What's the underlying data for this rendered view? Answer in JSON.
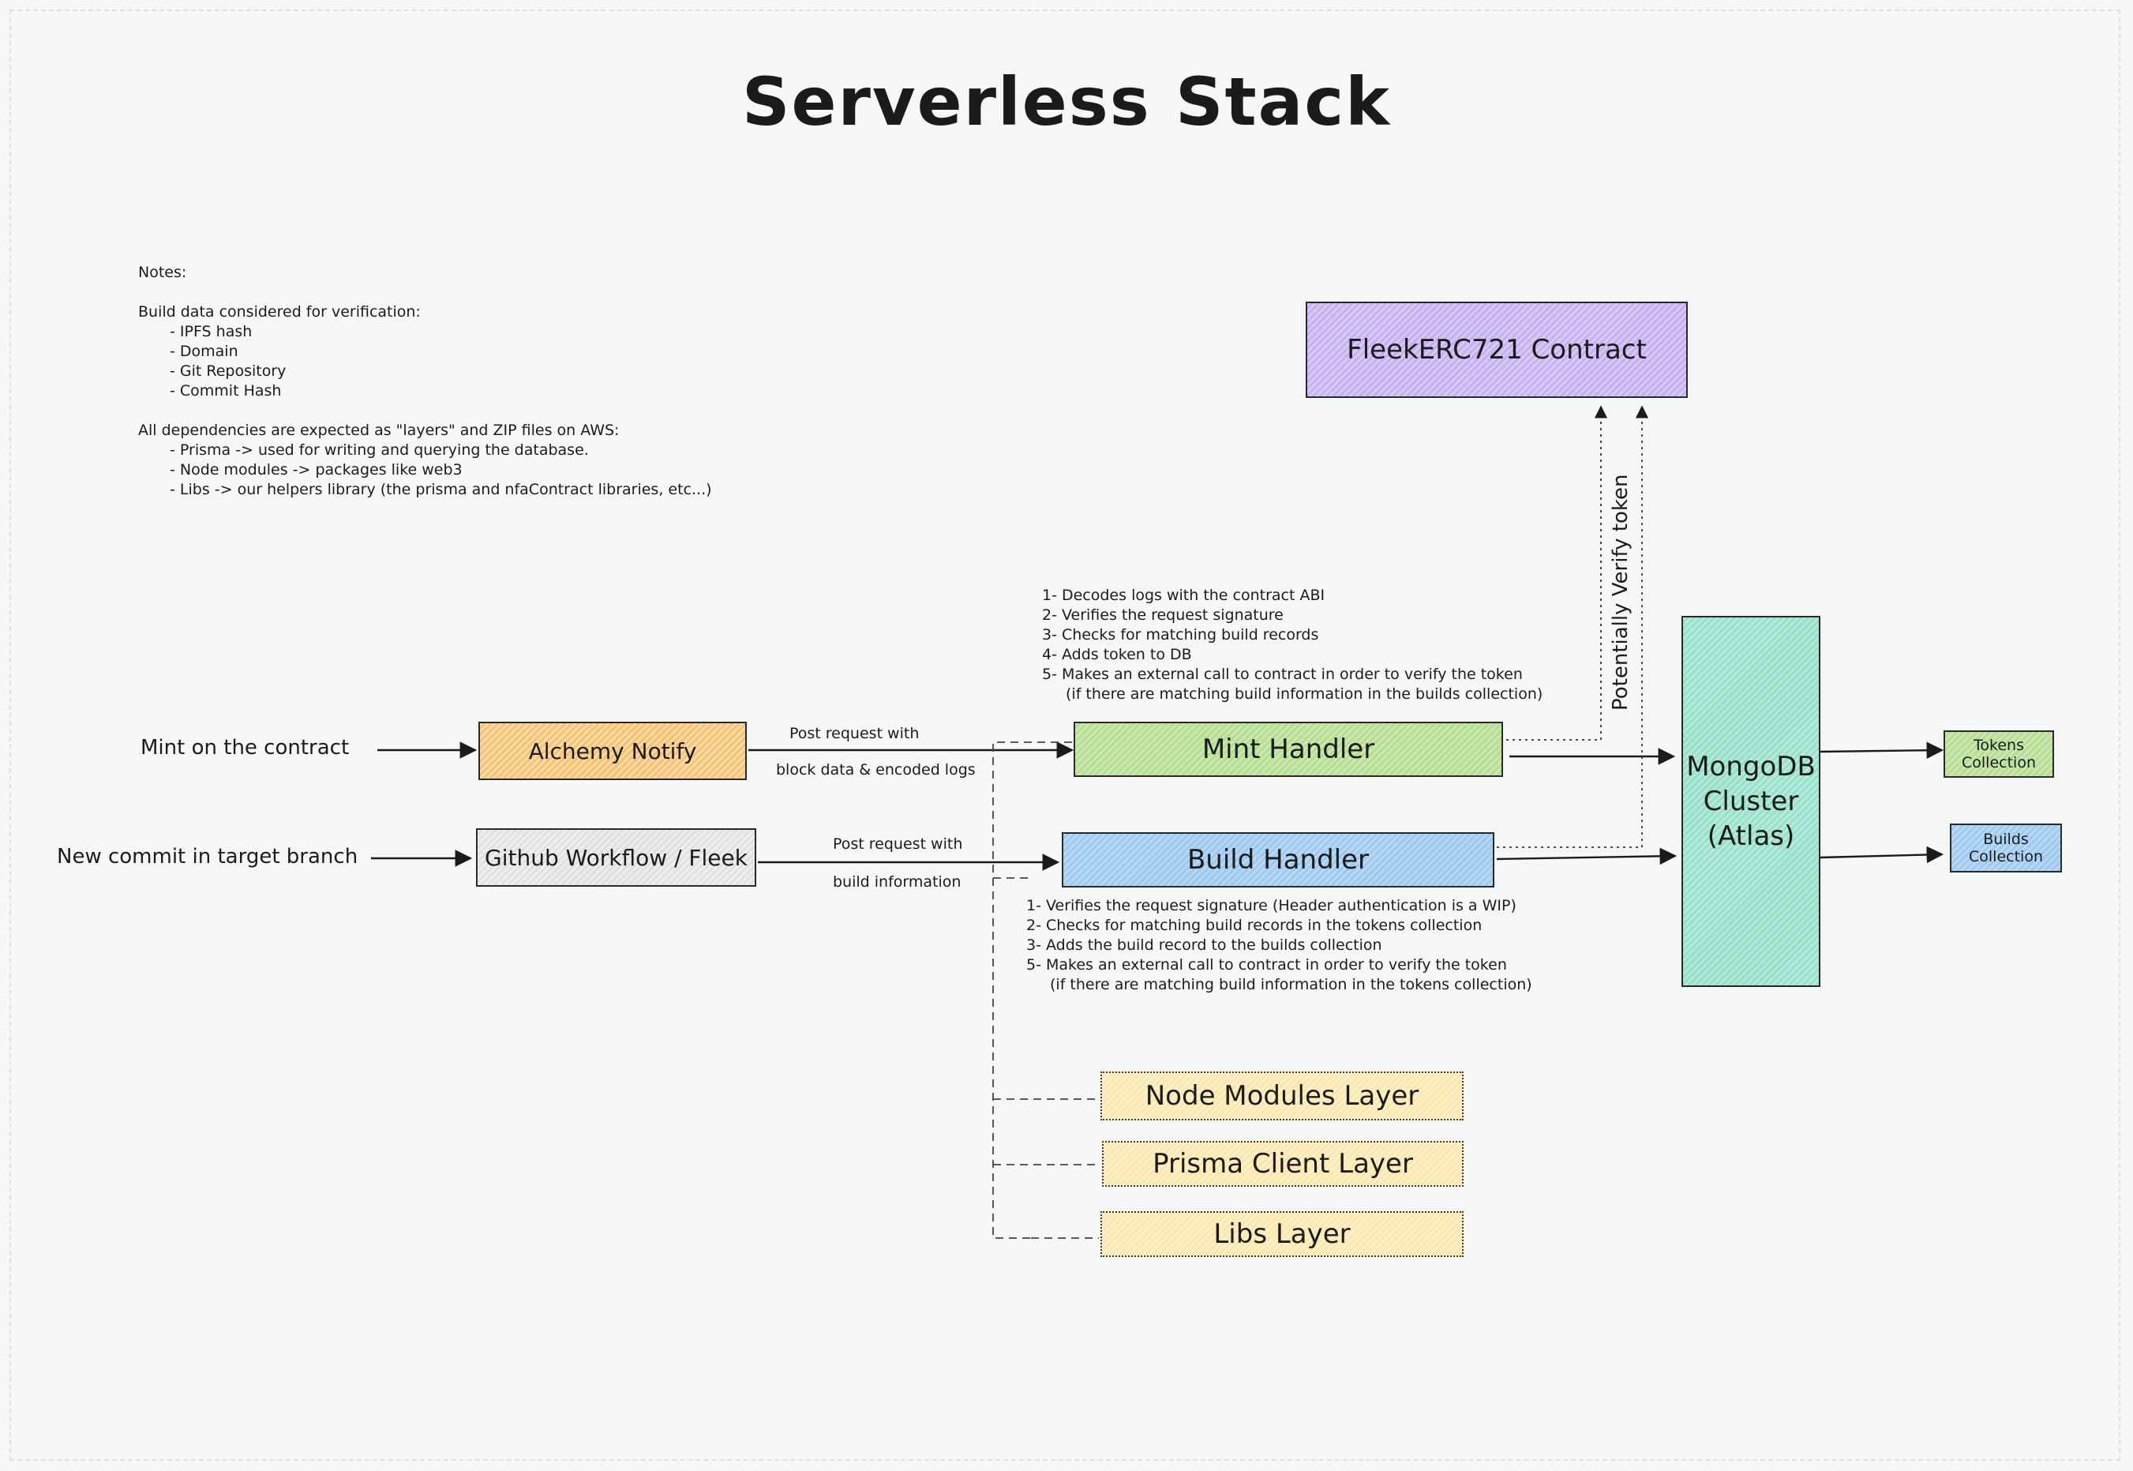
{
  "title": "Serverless Stack",
  "notes": {
    "heading": "Notes:",
    "verification_heading": "Build data considered for verification:",
    "verification_items": [
      "- IPFS hash",
      "- Domain",
      "- Git Repository",
      "- Commit Hash"
    ],
    "dependencies_heading": "All dependencies are expected as \"layers\" and ZIP files on AWS:",
    "dependencies_items": [
      "- Prisma -> used for writing and querying the database.",
      "- Node modules -> packages like web3",
      "- Libs -> our helpers library (the prisma and nfaContract libraries, etc...)"
    ]
  },
  "inputs": {
    "mint": "Mint on the contract",
    "commit": "New commit in target branch"
  },
  "nodes": {
    "alchemy": "Alchemy Notify",
    "github": "Github Workflow / Fleek",
    "mint_handler": "Mint Handler",
    "build_handler": "Build Handler",
    "contract": "FleekERC721 Contract",
    "mongodb": [
      "MongoDB",
      "Cluster",
      "(Atlas)"
    ],
    "tokens": [
      "Tokens",
      "Collection"
    ],
    "builds": [
      "Builds",
      "Collection"
    ],
    "layers": [
      "Node Modules Layer",
      "Prisma Client Layer",
      "Libs Layer"
    ]
  },
  "edge_labels": {
    "alchemy_top": "Post request with",
    "alchemy_bottom": "block data & encoded logs",
    "github_top": "Post request with",
    "github_bottom": "build information",
    "verify": "Potentially Verify token"
  },
  "mint_steps": [
    "1- Decodes logs with the contract ABI",
    "2- Verifies the request signature",
    "3- Checks for matching build records",
    "4- Adds token to DB",
    "5- Makes an external call to contract in order to verify the token",
    "(if there are matching build information in the builds collection)"
  ],
  "build_steps": [
    "1- Verifies the request signature (Header authentication is a WIP)",
    "2- Checks for matching build records in the tokens collection",
    "3- Adds the build record to the builds collection",
    "5- Makes an external call to contract in order to verify the token",
    "(if there are matching build information in the tokens collection)"
  ]
}
